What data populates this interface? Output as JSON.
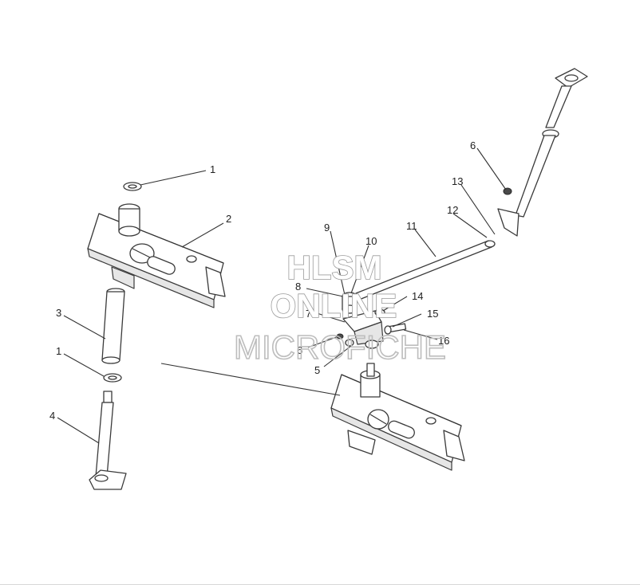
{
  "callouts": [
    "1",
    "2",
    "3",
    "1",
    "4",
    "6",
    "13",
    "12",
    "11",
    "9",
    "10",
    "8",
    "14",
    "7",
    "15",
    "6",
    "5",
    "16"
  ],
  "watermark": {
    "line1": "HLSM",
    "line2": "ONLINE",
    "line3": "MICROFICHE"
  },
  "colors": {
    "line": "#3a3a3a",
    "watermark_stroke": "#9a9a9a",
    "shade": "#e6e6e6"
  }
}
